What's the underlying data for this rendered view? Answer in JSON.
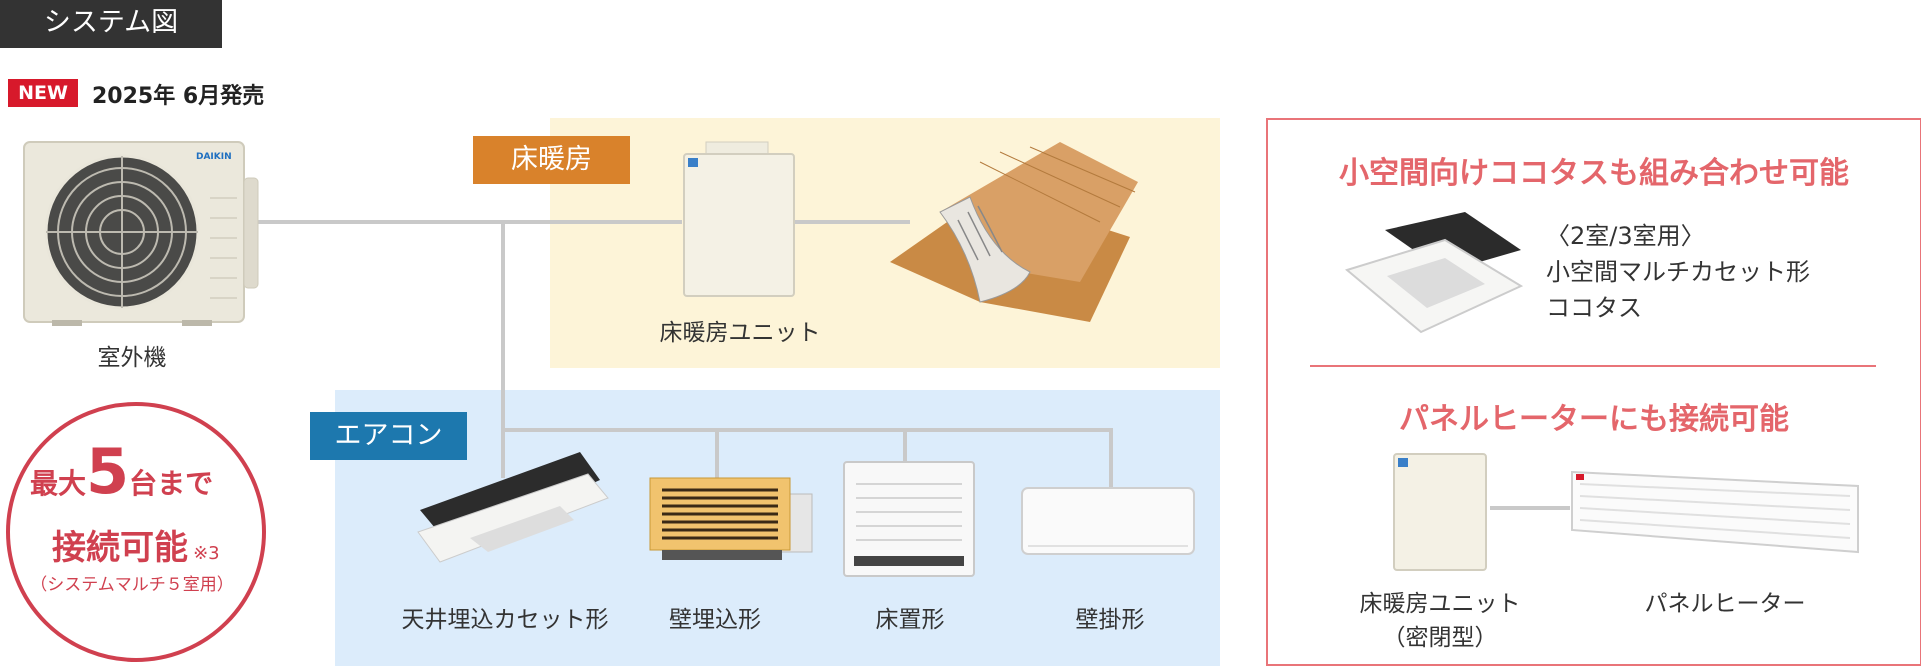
{
  "header": {
    "section_tag": "システム図",
    "new_badge": "NEW",
    "release_text": "2025年 6月発売"
  },
  "outdoor_unit": {
    "caption": "室外機",
    "brand": "DAIKIN"
  },
  "capacity_badge": {
    "line1_prefix": "最大",
    "number": "5",
    "line1_suffix": "台まで",
    "line2": "接続可能",
    "note_mark": "※3",
    "line3": "（システムマルチ５室用）"
  },
  "floor_heating": {
    "label": "床暖房",
    "unit_caption": "床暖房ユニット"
  },
  "aircon": {
    "label": "エアコン",
    "units": [
      {
        "caption": "天井埋込カセット形"
      },
      {
        "caption": "壁埋込形"
      },
      {
        "caption": "床置形"
      },
      {
        "caption": "壁掛形"
      }
    ]
  },
  "promo": {
    "heading1": "小空間向けココタスも組み合わせ可能",
    "cocotas_lines": [
      "〈2室/3室用〉",
      "小空間マルチカセット形",
      "ココタス"
    ],
    "heading2": "パネルヒーターにも接続可能",
    "unit_caption_line1": "床暖房ユニット",
    "unit_caption_line2": "（密閉型）",
    "heater_caption": "パネルヒーター"
  },
  "colors": {
    "floor_zone": "#fdf4d8",
    "aircon_zone": "#dcecfb",
    "floor_label": "#d9822b",
    "aircon_label": "#1d78ae",
    "accent_red": "#d0404f",
    "new_red": "#d7192b"
  }
}
